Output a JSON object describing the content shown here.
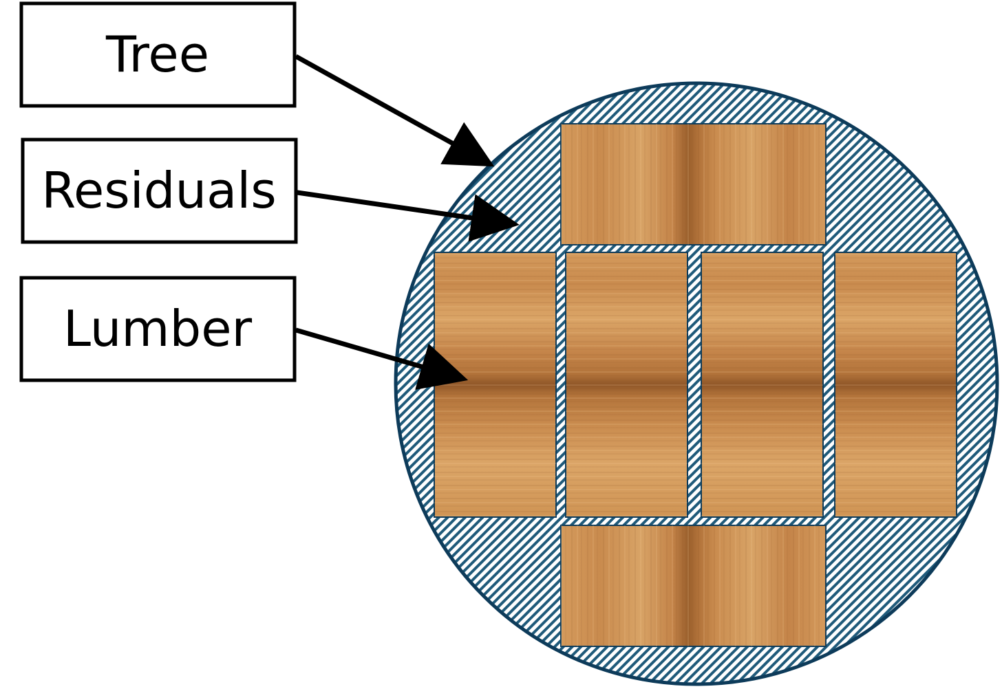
{
  "labels": {
    "tree": "Tree",
    "residuals": "Residuals",
    "lumber": "Lumber"
  },
  "colors": {
    "background": "#ffffff",
    "label_border": "#000000",
    "arrow": "#000000",
    "circle_outline": "#0d3b5a",
    "residual_hatch": "#1f5a7a",
    "wood_base": "#c98b4e",
    "wood_dark": "#9a5f2c",
    "wood_light": "#dda56a"
  }
}
